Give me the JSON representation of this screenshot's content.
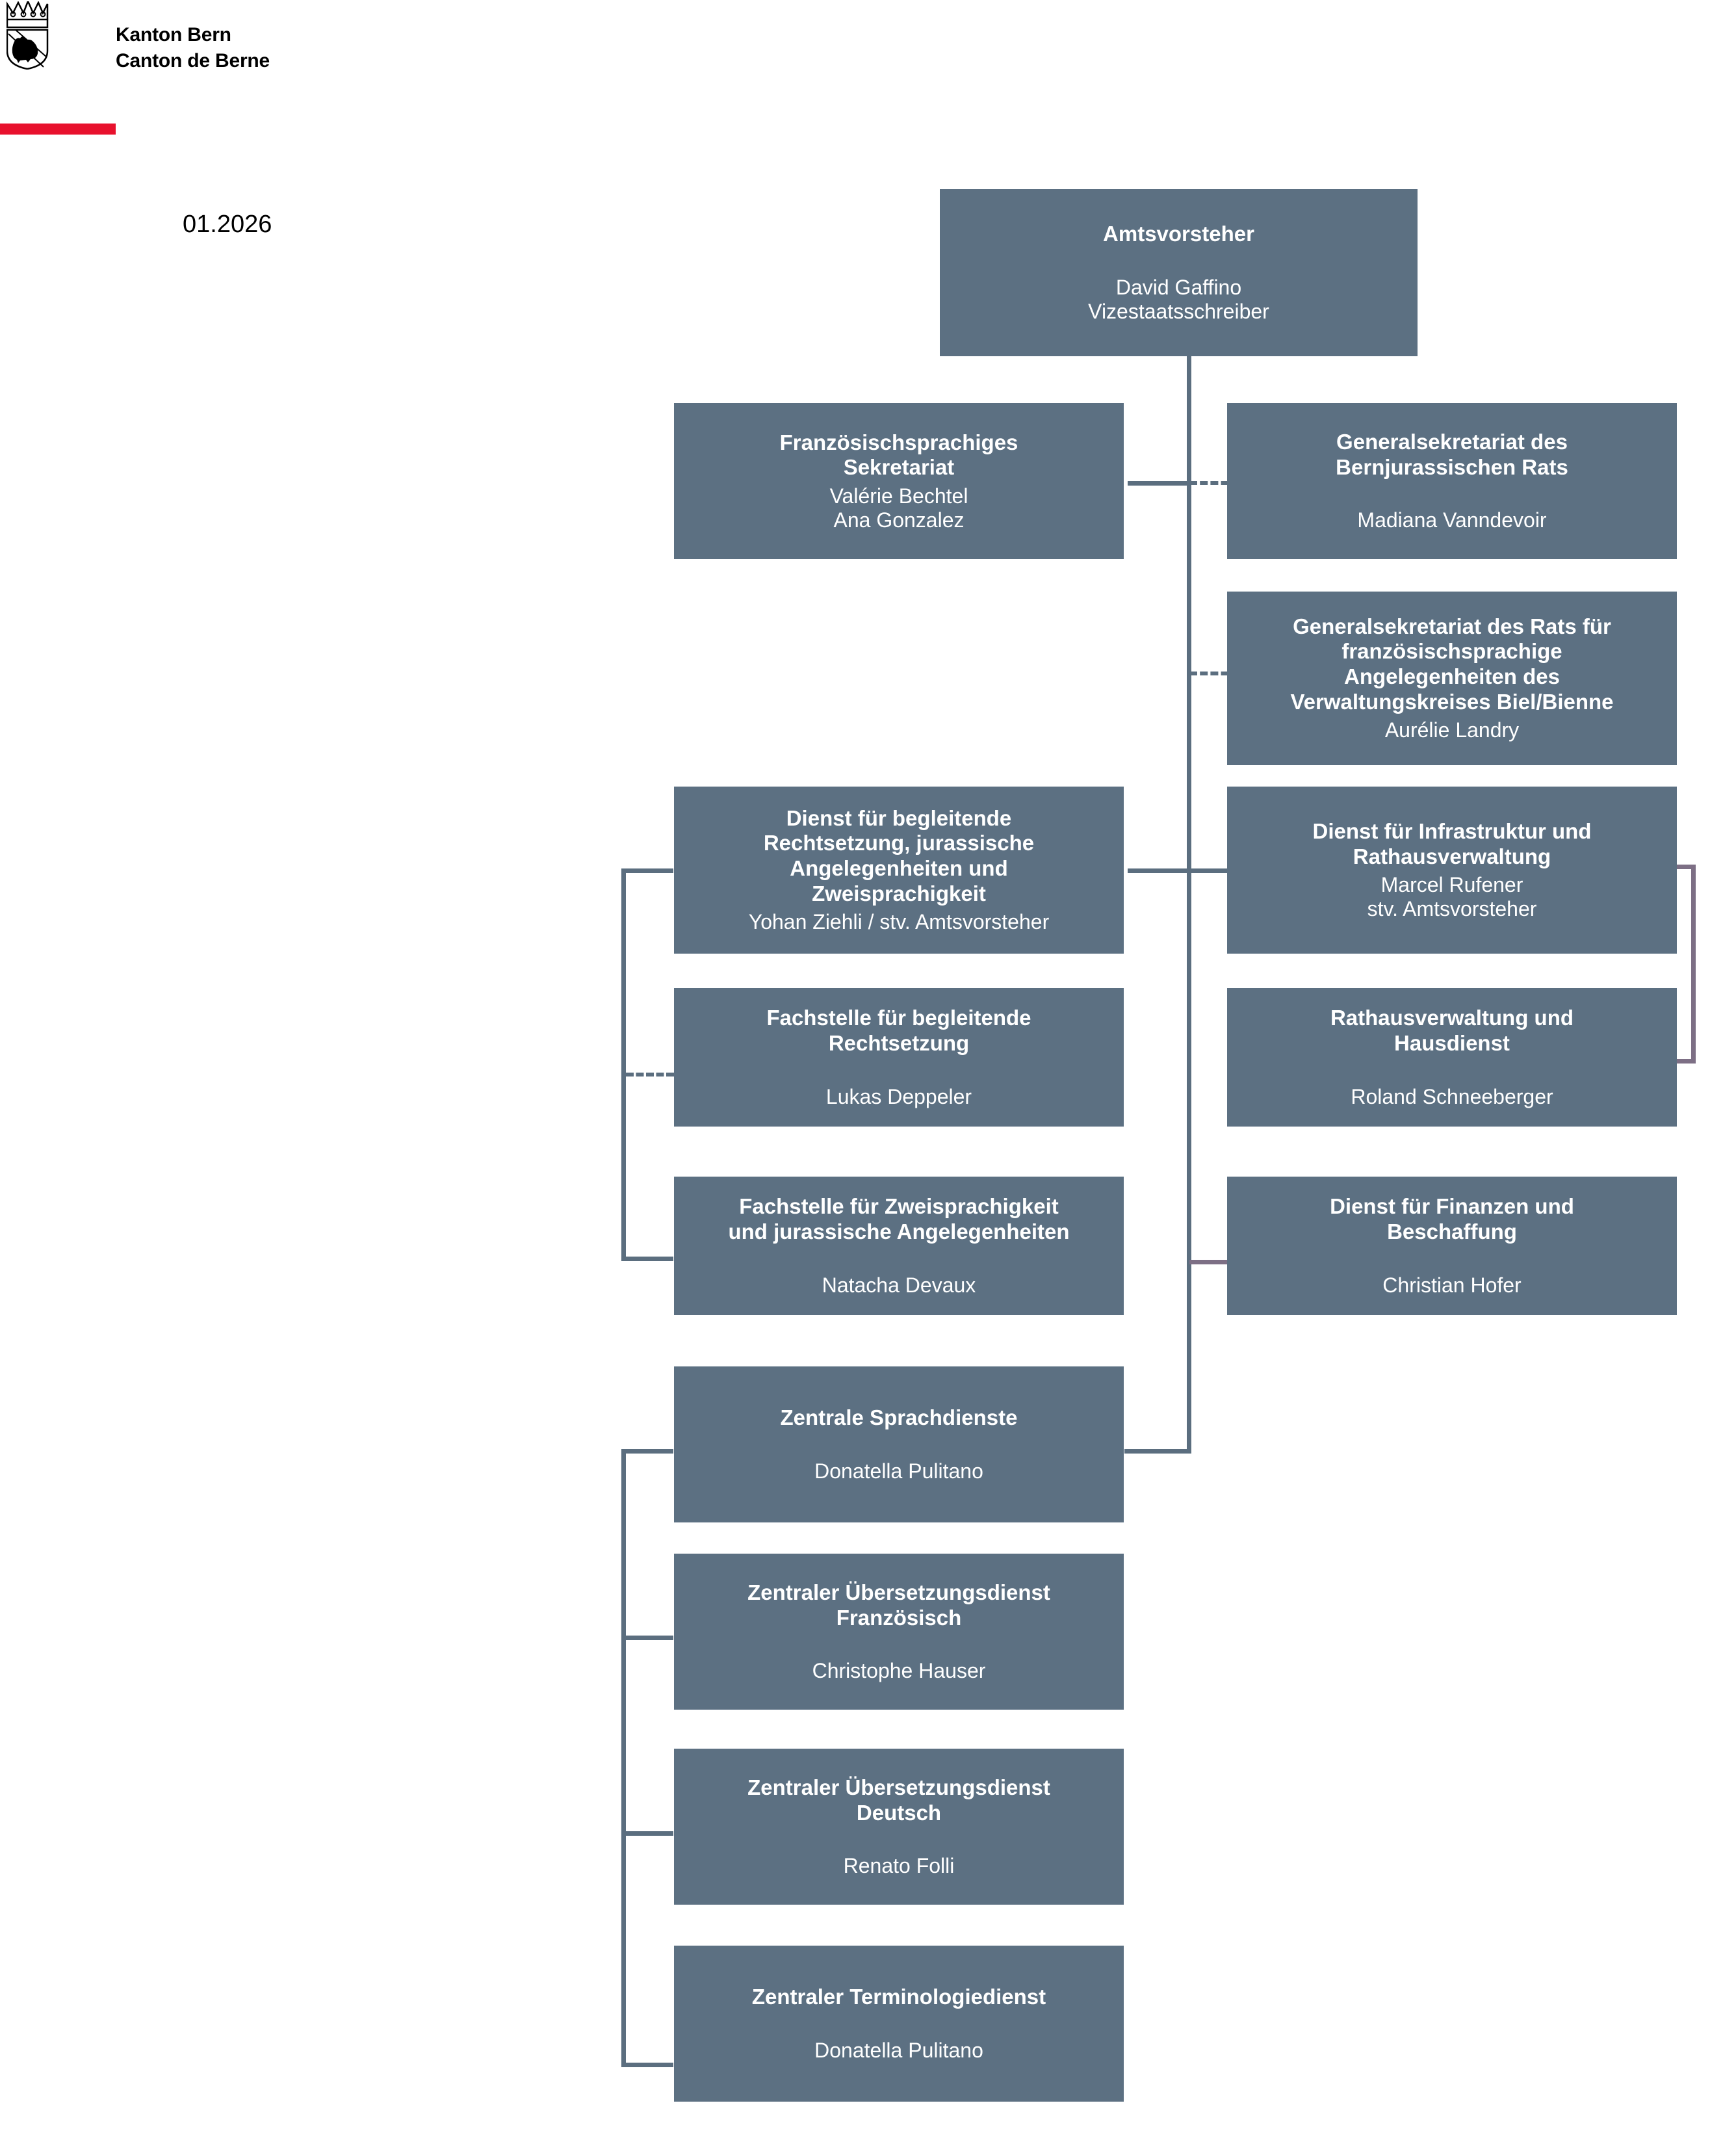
{
  "header": {
    "brand_line_1": "Kanton Bern",
    "brand_line_2": "Canton de Berne",
    "coat_of_arms_icon": "bern-bear-coat-of-arms-icon",
    "red_bar_color": "#e8112d"
  },
  "chart_meta": {
    "date": "01.2026",
    "box_color": "#5c7082",
    "connector_color": "#5b6e7f",
    "connector_accent_color": "#7d6f85",
    "text_color": "#ffffff"
  },
  "nodes": {
    "head": {
      "title": "Amtsvorsteher",
      "person": "David Gaffino\nVizestaatsschreiber"
    },
    "french_secretariat": {
      "title": "Französischsprachiges\nSekretariat",
      "person": "Valérie Bechtel\nAna Gonzalez"
    },
    "bjr_general_secretariat": {
      "title": "Generalsekretariat des\nBernjurassischen Rats",
      "person": "Madiana Vanndevoir"
    },
    "crfb_general_secretariat": {
      "title": "Generalsekretariat des Rats für\nfranzösischsprachige\nAngelegenheiten des\nVerwaltungskreises Biel/Bienne",
      "person": "Aurélie Landry"
    },
    "legislative_service": {
      "title": "Dienst für begleitende\nRechtsetzung, jurassische\nAngelegenheiten und\nZweisprachigkeit",
      "person": "Yohan Ziehli / stv. Amtsvorsteher"
    },
    "infrastructure_service": {
      "title": "Dienst für Infrastruktur und\nRathausverwaltung",
      "person": "Marcel Rufener\nstv. Amtsvorsteher"
    },
    "legislative_unit": {
      "title": "Fachstelle für begleitende\nRechtsetzung",
      "person": "Lukas Deppeler"
    },
    "townhall_admin": {
      "title": "Rathausverwaltung und\nHausdienst",
      "person": "Roland Schneeberger"
    },
    "bilingualism_unit": {
      "title": "Fachstelle für Zweisprachigkeit\nund jurassische Angelegenheiten",
      "person": "Natacha Devaux"
    },
    "finance_service": {
      "title": "Dienst für Finanzen und\nBeschaffung",
      "person": "Christian Hofer"
    },
    "central_language_services": {
      "title": "Zentrale Sprachdienste",
      "person": "Donatella Pulitano"
    },
    "translation_french": {
      "title": "Zentraler Übersetzungsdienst\nFranzösisch",
      "person": "Christophe Hauser"
    },
    "translation_german": {
      "title": "Zentraler Übersetzungsdienst\nDeutsch",
      "person": "Renato Folli"
    },
    "terminology_service": {
      "title": "Zentraler Terminologiedienst",
      "person": "Donatella Pulitano"
    }
  }
}
